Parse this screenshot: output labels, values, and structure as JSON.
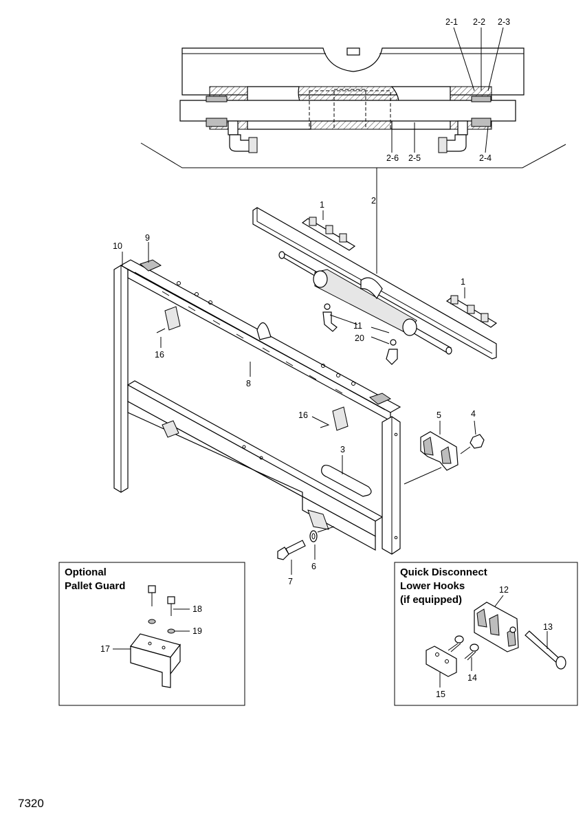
{
  "figure_number": "7320",
  "callouts": {
    "c2_1": "2-1",
    "c2_2": "2-2",
    "c2_3": "2-3",
    "c2_4": "2-4",
    "c2_5": "2-5",
    "c2_6": "2-6",
    "c2": "2",
    "c1a": "1",
    "c1b": "1",
    "c9": "9",
    "c10": "10",
    "c11": "11",
    "c20": "20",
    "c16a": "16",
    "c16b": "16",
    "c8": "8",
    "c5": "5",
    "c4": "4",
    "c3": "3",
    "c7": "7",
    "c6": "6",
    "c18": "18",
    "c19": "19",
    "c17": "17",
    "c12": "12",
    "c13": "13",
    "c14": "14",
    "c15": "15"
  },
  "pallet_guard_box": {
    "title_line1": "Optional",
    "title_line2": "Pallet Guard"
  },
  "quick_disconnect_box": {
    "title_line1": "Quick Disconnect",
    "title_line2": "Lower Hooks",
    "title_line3": "(if equipped)"
  }
}
